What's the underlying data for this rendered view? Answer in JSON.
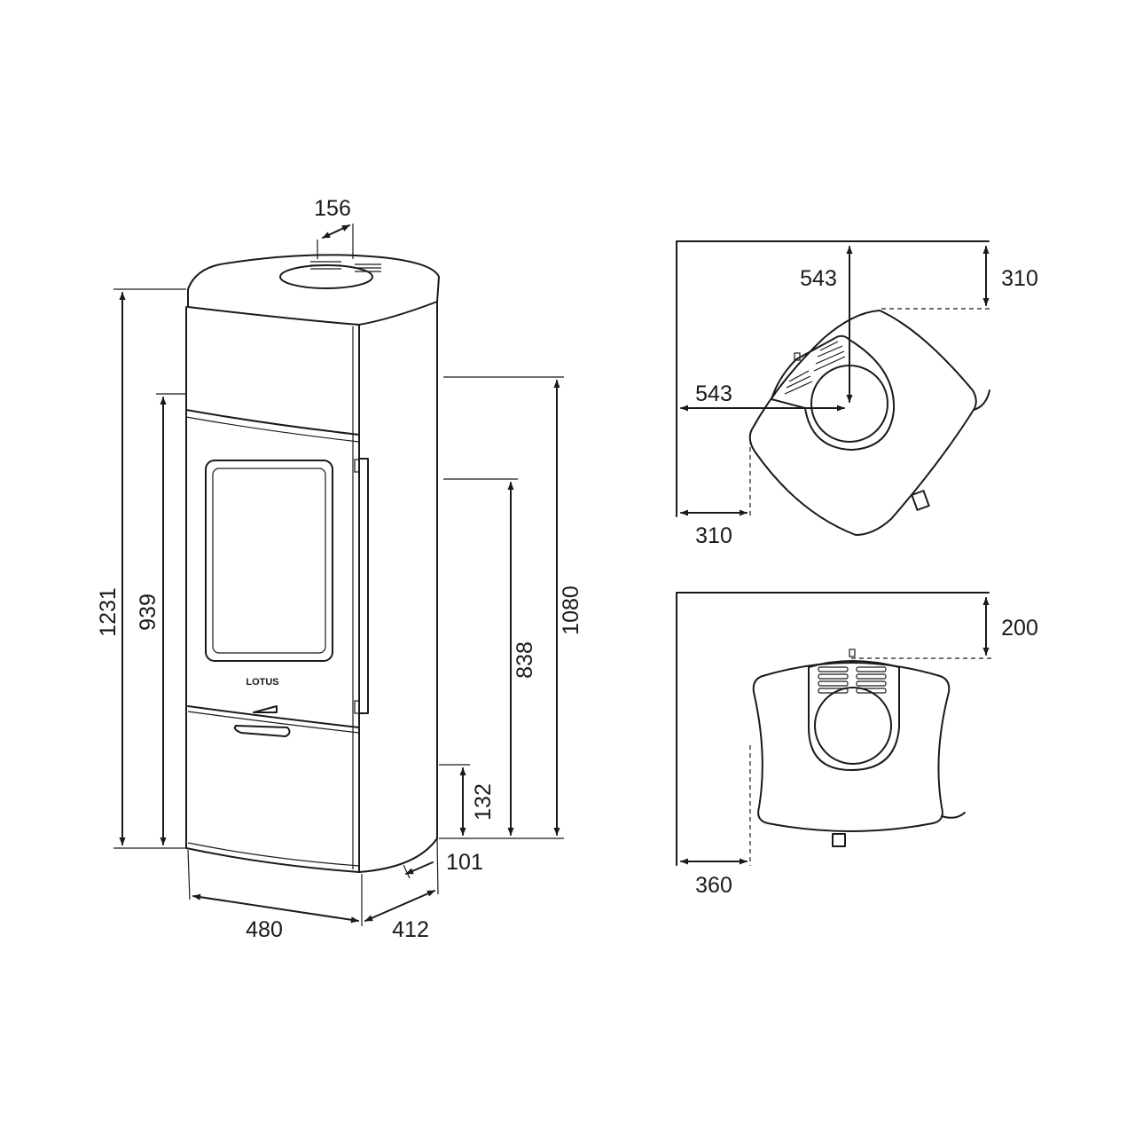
{
  "front_view": {
    "dimensions": {
      "flue_diameter": "156",
      "total_height": "1231",
      "height_939": "939",
      "height_1080": "1080",
      "height_838": "838",
      "height_132": "132",
      "offset_101": "101",
      "width": "480",
      "depth": "412"
    },
    "logo_text": "LOTUS"
  },
  "corner_view": {
    "dimensions": {
      "flue_from_back_wall": "543",
      "flue_from_side_wall": "543",
      "back_wall_clearance": "310",
      "side_wall_clearance": "310"
    }
  },
  "wall_view": {
    "dimensions": {
      "back_wall_clearance": "200",
      "side_wall_clearance": "360"
    }
  },
  "colors": {
    "line": "#1a1a1a",
    "background": "#ffffff"
  }
}
